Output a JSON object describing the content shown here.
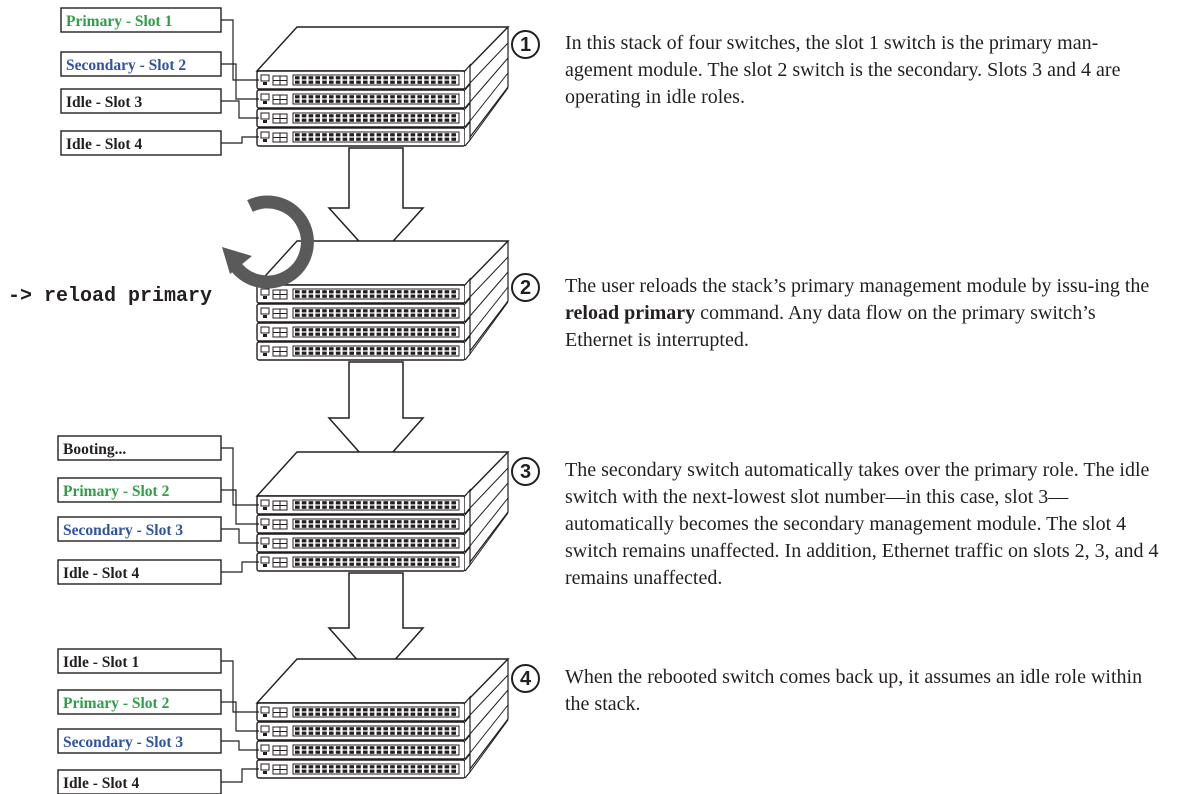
{
  "colors": {
    "primary_label": "#2e9e48",
    "secondary_label": "#2f52a3",
    "default_label": "#231f20",
    "reload_icon": "#5a5a5a"
  },
  "stages": [
    {
      "labels": [
        {
          "text": "Primary - Slot 1",
          "role": "primary"
        },
        {
          "text": "Secondary - Slot 2",
          "role": "secondary"
        },
        {
          "text": "Idle - Slot 3",
          "role": "idle"
        },
        {
          "text": "Idle - Slot 4",
          "role": "idle"
        }
      ]
    },
    {
      "command": "-> reload primary",
      "icon": "reload-icon"
    },
    {
      "labels": [
        {
          "text": "Booting...",
          "role": "idle"
        },
        {
          "text": "Primary - Slot 2",
          "role": "primary"
        },
        {
          "text": "Secondary - Slot 3",
          "role": "secondary"
        },
        {
          "text": "Idle - Slot 4",
          "role": "idle"
        }
      ]
    },
    {
      "labels": [
        {
          "text": "Idle - Slot 1",
          "role": "idle"
        },
        {
          "text": "Primary - Slot 2",
          "role": "primary"
        },
        {
          "text": "Secondary - Slot 3",
          "role": "secondary"
        },
        {
          "text": "Idle - Slot 4",
          "role": "idle"
        }
      ]
    }
  ],
  "steps": [
    {
      "number": "1",
      "text": "In this stack of four switches, the slot 1 switch is the primary man-agement module. The slot 2 switch is the secondary. Slots 3 and 4 are operating in idle roles."
    },
    {
      "number": "2",
      "text_before": "The user reloads the stack’s primary management module by issu-ing the ",
      "text_bold": "reload primary",
      "text_after": " command. Any data flow on the primary switch’s Ethernet is interrupted."
    },
    {
      "number": "3",
      "text": "The secondary switch automatically takes over the primary role. The idle switch with the next-lowest slot number—in this case, slot 3—automatically becomes the secondary management module. The slot 4 switch remains unaffected. In addition, Ethernet traffic on slots 2, 3, and 4 remains unaffected."
    },
    {
      "number": "4",
      "text": "When the rebooted switch comes back up, it assumes an idle role within the stack."
    }
  ]
}
